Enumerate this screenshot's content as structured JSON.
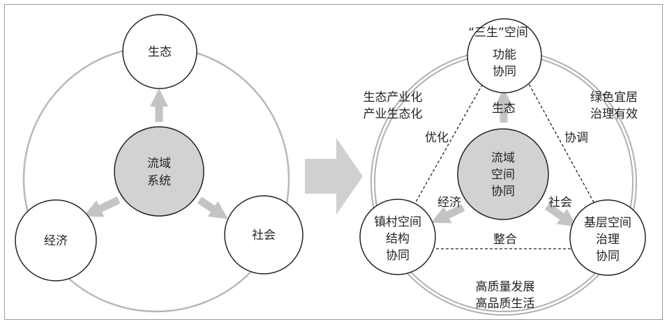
{
  "colors": {
    "frame": "#9a9a9a",
    "ring": "#b8b8b8",
    "arrow": "#c4c4c4",
    "center_fill": "#d2d2d2",
    "stroke": "#222222",
    "text": "#222222"
  },
  "left": {
    "center_lines": [
      "流域",
      "系统"
    ],
    "top_node": "生态",
    "left_node": "经济",
    "right_node": "社会"
  },
  "right": {
    "center_lines": [
      "流域",
      "空间",
      "协同"
    ],
    "top_header": "“三生”空间",
    "top_lines": [
      "功能",
      "协同"
    ],
    "left_lines": [
      "镇村空间",
      "结构",
      "协同"
    ],
    "right_lines": [
      "基层空间",
      "治理",
      "协同"
    ],
    "arrow_up_label": "生态",
    "arrow_left_label": "经济",
    "arrow_right_label": "社会",
    "edge_left_label": "优化",
    "edge_right_label": "协调",
    "edge_bottom_label": "整合",
    "outer_top_left": [
      "生态产业化",
      "产业生态化"
    ],
    "outer_top_right": [
      "绿色宜居",
      "治理有效"
    ],
    "outer_bottom": [
      "高质量发展",
      "高品质生活"
    ]
  }
}
